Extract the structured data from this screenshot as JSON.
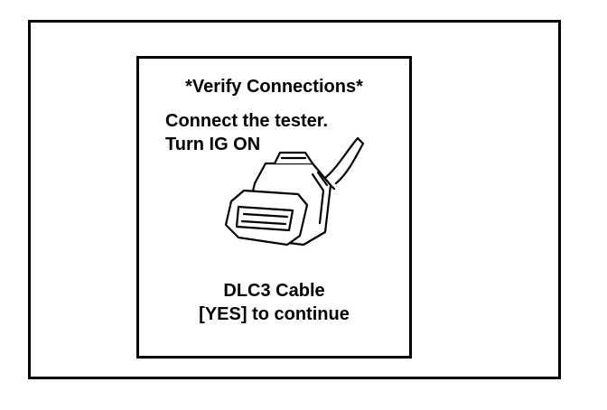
{
  "screen": {
    "title": "*Verify Connections*",
    "instructions": [
      "Connect the tester.",
      "Turn IG ON"
    ],
    "caption": "DLC3 Cable",
    "prompt": "[YES] to continue"
  },
  "illustration": {
    "icon": "dlc3-cable-connector-icon"
  }
}
